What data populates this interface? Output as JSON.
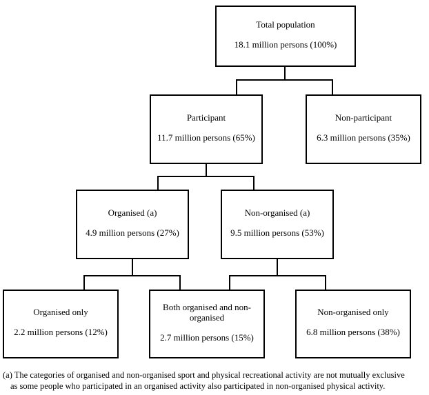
{
  "nodes": {
    "total": {
      "title": "Total population",
      "value": "18.1 million persons (100%)"
    },
    "participant": {
      "title": "Participant",
      "value": "11.7 million persons (65%)"
    },
    "non_participant": {
      "title": "Non-participant",
      "value": "6.3 million persons (35%)"
    },
    "organised": {
      "title": "Organised (a)",
      "value": "4.9 million persons (27%)"
    },
    "non_organised": {
      "title": "Non-organised (a)",
      "value": "9.5 million persons (53%)"
    },
    "organised_only": {
      "title": "Organised only",
      "value": "2.2 million persons (12%)"
    },
    "both": {
      "title": "Both organised and non-organised",
      "value": "2.7 million persons (15%)"
    },
    "non_organised_only": {
      "title": "Non-organised only",
      "value": "6.8 million persons (38%)"
    }
  },
  "footnote": {
    "line1": "(a) The categories of organised and non-organised sport and physical recreational activity are not mutually exclusive",
    "line2": "as some people who participated in an organised activity also participated in non-organised physical activity."
  },
  "colors": {
    "background": "#ffffff",
    "text": "#000000",
    "line": "#000000"
  }
}
